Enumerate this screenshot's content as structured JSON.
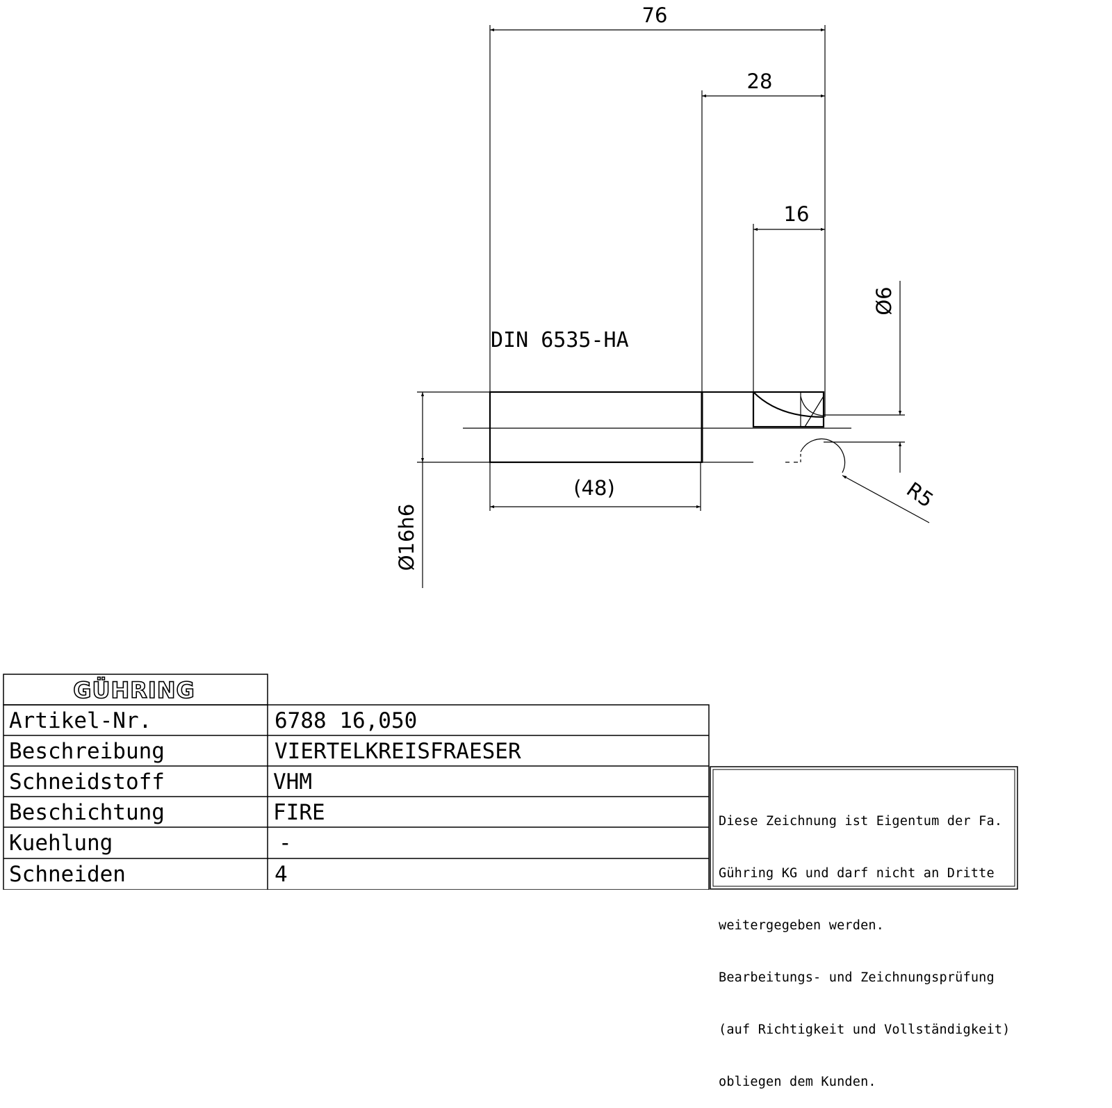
{
  "drawing": {
    "norm_label": "DIN 6535-HA",
    "dimensions": {
      "overall_length": "76",
      "head_length": "28",
      "cutting_length": "16",
      "shank_length": "(48)",
      "shank_diameter": "Ø16h6",
      "tip_diameter": "Ø6",
      "radius": "R5"
    }
  },
  "title_block": {
    "logo": "GÜHRING",
    "rows": [
      {
        "label": "Artikel-Nr.",
        "value": "6788 16,050"
      },
      {
        "label": "Beschreibung",
        "value": "VIERTELKREISFRAESER"
      },
      {
        "label": "Schneidstoff",
        "value": "VHM"
      },
      {
        "label": "Beschichtung",
        "value": "FIRE"
      },
      {
        "label": "Kuehlung",
        "value": "-"
      },
      {
        "label": "Schneiden",
        "value": "4"
      }
    ]
  },
  "legal_notice": {
    "lines": [
      "Diese Zeichnung ist Eigentum der Fa.",
      "Gühring KG und darf nicht an Dritte",
      "weitergegeben werden.",
      "Bearbeitungs- und Zeichnungsprüfung",
      "(auf Richtigkeit und Vollständigkeit)",
      "obliegen dem Kunden."
    ]
  },
  "colors": {
    "line": "#000000",
    "background": "#ffffff"
  }
}
